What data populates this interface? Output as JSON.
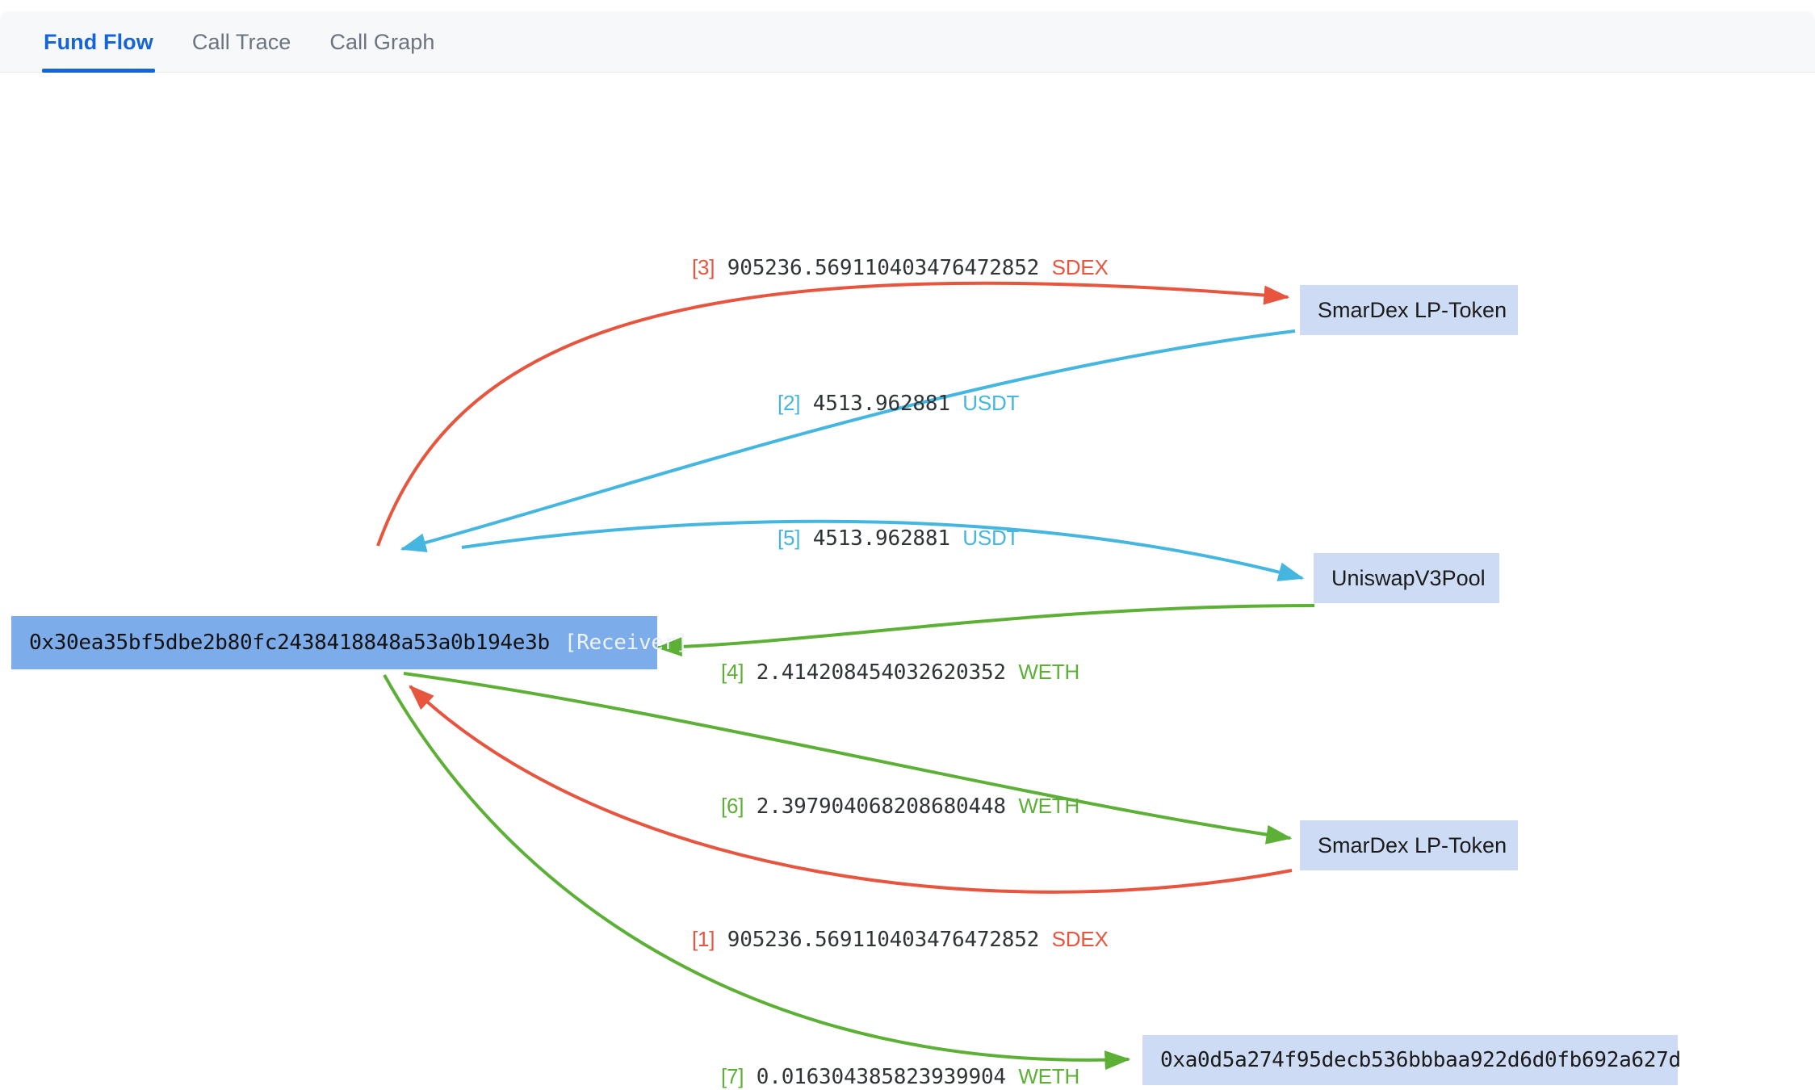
{
  "tabs": [
    {
      "label": "Fund Flow",
      "active": true
    },
    {
      "label": "Call Trace",
      "active": false
    },
    {
      "label": "Call Graph",
      "active": false
    }
  ],
  "colors": {
    "active_tab": "#1565d8",
    "inactive_tab": "#6b7280",
    "tabbar_bg": "#f7f8fa",
    "receiver_node": "#7cacea",
    "node_fill": "#cddcf4",
    "edge_red": "#e8553f",
    "edge_blue": "#45b6e0",
    "edge_green": "#5cb036",
    "amount_text": "#2f3437"
  },
  "graph": {
    "nodes": [
      {
        "id": "receiver",
        "address": "0x30ea35bf5dbe2b80fc2438418848a53a0b194e3b",
        "role": "[Receiver]",
        "kind": "receiver"
      },
      {
        "id": "lp-top",
        "label": "SmarDex LP-Token",
        "kind": "contract"
      },
      {
        "id": "uniswap",
        "label": "UniswapV3Pool",
        "kind": "contract"
      },
      {
        "id": "lp-bottom",
        "label": "SmarDex LP-Token",
        "kind": "contract"
      },
      {
        "id": "addr-bottom",
        "label": "0xa0d5a274f95decb536bbbaa922d6d0fb692a627d",
        "kind": "address"
      }
    ],
    "edges": [
      {
        "index": "[3]",
        "amount": "905236.569110403476472852",
        "symbol": "SDEX",
        "color": "red",
        "from": "receiver",
        "to": "lp-top"
      },
      {
        "index": "[2]",
        "amount": "4513.962881",
        "symbol": "USDT",
        "color": "blue",
        "from": "lp-top",
        "to": "receiver"
      },
      {
        "index": "[5]",
        "amount": "4513.962881",
        "symbol": "USDT",
        "color": "blue",
        "from": "receiver",
        "to": "uniswap"
      },
      {
        "index": "[4]",
        "amount": "2.414208454032620352",
        "symbol": "WETH",
        "color": "green",
        "from": "uniswap",
        "to": "receiver"
      },
      {
        "index": "[6]",
        "amount": "2.397904068208680448",
        "symbol": "WETH",
        "color": "green",
        "from": "receiver",
        "to": "lp-bottom"
      },
      {
        "index": "[1]",
        "amount": "905236.569110403476472852",
        "symbol": "SDEX",
        "color": "red",
        "from": "lp-bottom",
        "to": "receiver"
      },
      {
        "index": "[7]",
        "amount": "0.016304385823939904",
        "symbol": "WETH",
        "color": "green",
        "from": "receiver",
        "to": "addr-bottom"
      }
    ]
  }
}
